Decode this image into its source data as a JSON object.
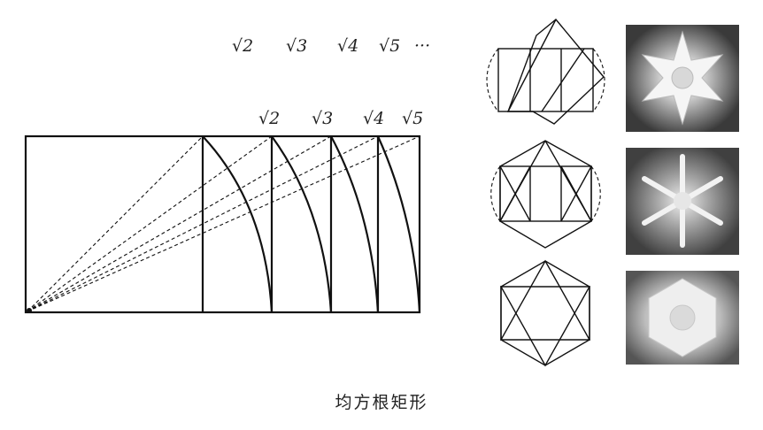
{
  "top_labels": [
    "√2",
    "√3",
    "√4",
    "√5",
    "···"
  ],
  "rect_labels": [
    "√2",
    "√3",
    "√4",
    "√5"
  ],
  "caption": "均方根矩形",
  "snowflake_photos": [
    "snowflake-photo-1",
    "snowflake-photo-2",
    "snowflake-photo-3"
  ]
}
